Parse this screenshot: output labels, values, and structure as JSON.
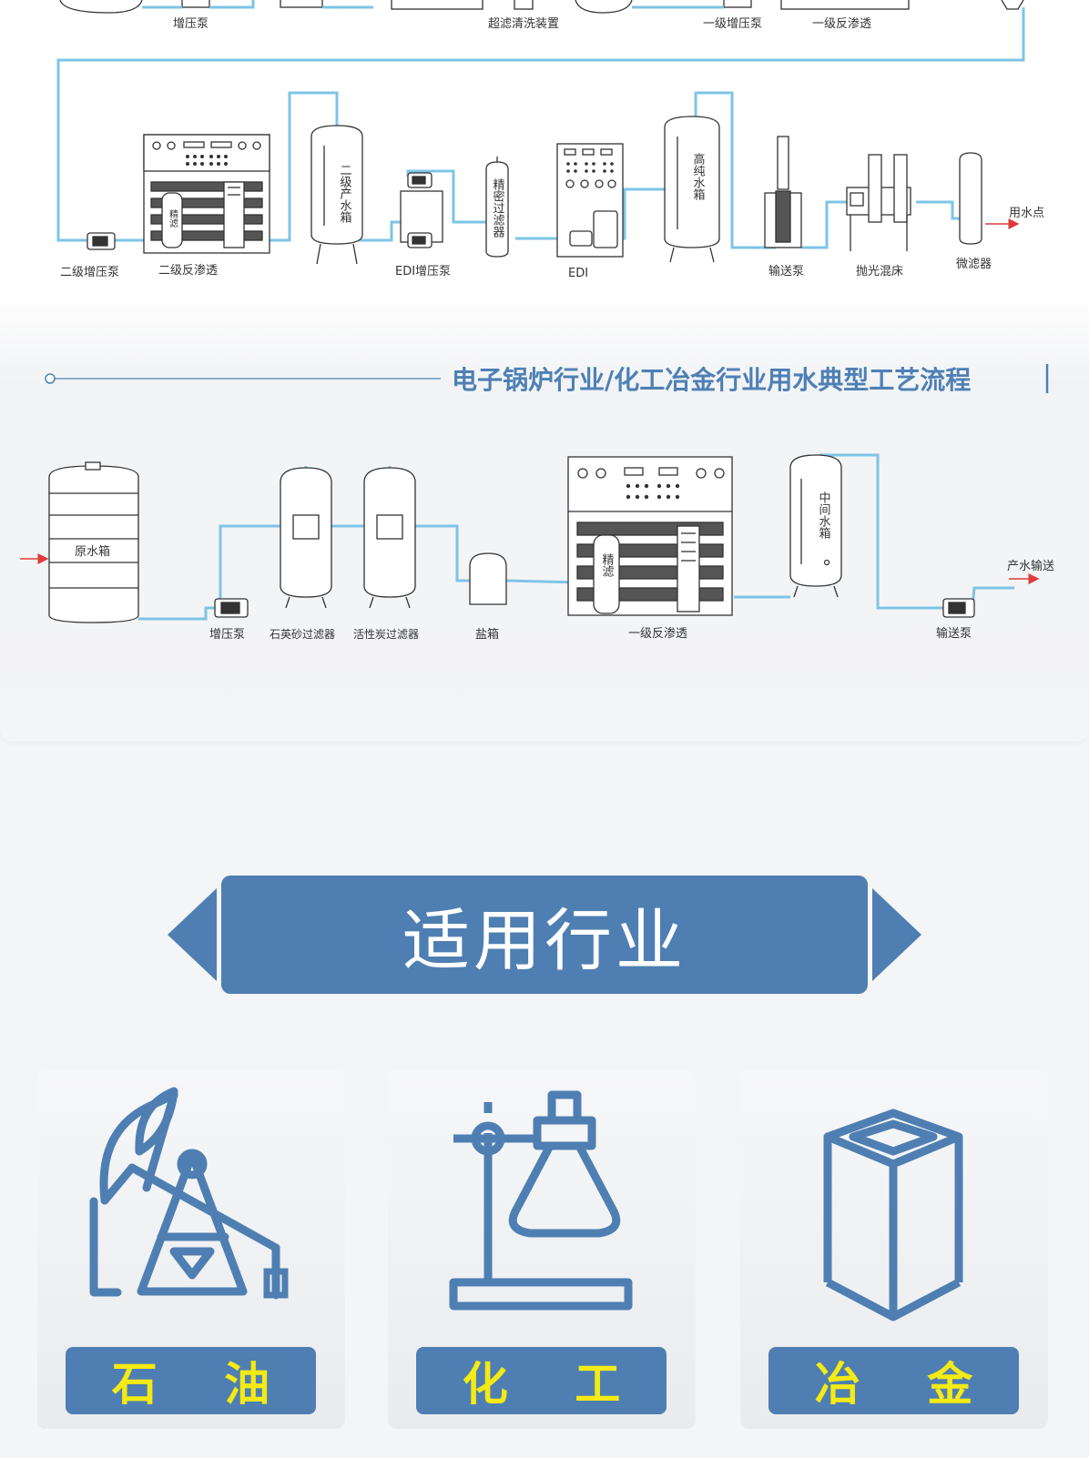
{
  "diagram_top": {
    "labels": {
      "pump_a": "增压泵",
      "uf_cleaning": "超滤清洗装置",
      "stage1_pump": "一级增压泵",
      "stage1_ro": "一级反渗透",
      "stage2_pump": "二级增压泵",
      "stage2_ro": "二级反渗透",
      "edi_pump": "EDI增压泵",
      "edi": "EDI",
      "transfer_pump": "输送泵",
      "polish_bed": "抛光混床",
      "micro_filter": "微滤器",
      "use_point": "用水点"
    },
    "vertical_labels": {
      "secondary_tank": "二级产水箱",
      "precision_filter": "精密过滤器",
      "high_purity_tank": "高纯水箱",
      "fine_filter": "精滤"
    }
  },
  "section_heading": "电子锅炉行业/化工冶金行业用水典型工艺流程",
  "diagram_bottom": {
    "labels": {
      "raw_tank": "原水箱",
      "booster_pump": "增压泵",
      "quartz_filter": "石英砂过滤器",
      "carbon_filter": "活性炭过滤器",
      "salt_tank": "盐箱",
      "stage1_ro": "一级反渗透",
      "transfer_pump": "输送泵",
      "product_out": "产水输送"
    },
    "vertical_labels": {
      "middle_tank": "中间水箱",
      "fine_filter": "精滤"
    }
  },
  "industries_banner": "适用行业",
  "industries": [
    {
      "name": "石 油",
      "icon": "oil-pump-icon"
    },
    {
      "name": "化 工",
      "icon": "lab-flask-icon"
    },
    {
      "name": "冶 金",
      "icon": "metal-ingot-icon"
    }
  ],
  "colors": {
    "pipe": "#7ec4e6",
    "brand_blue": "#4f7fb2",
    "label_yellow": "#f4ea14",
    "arrow_red": "#e03a3a"
  }
}
